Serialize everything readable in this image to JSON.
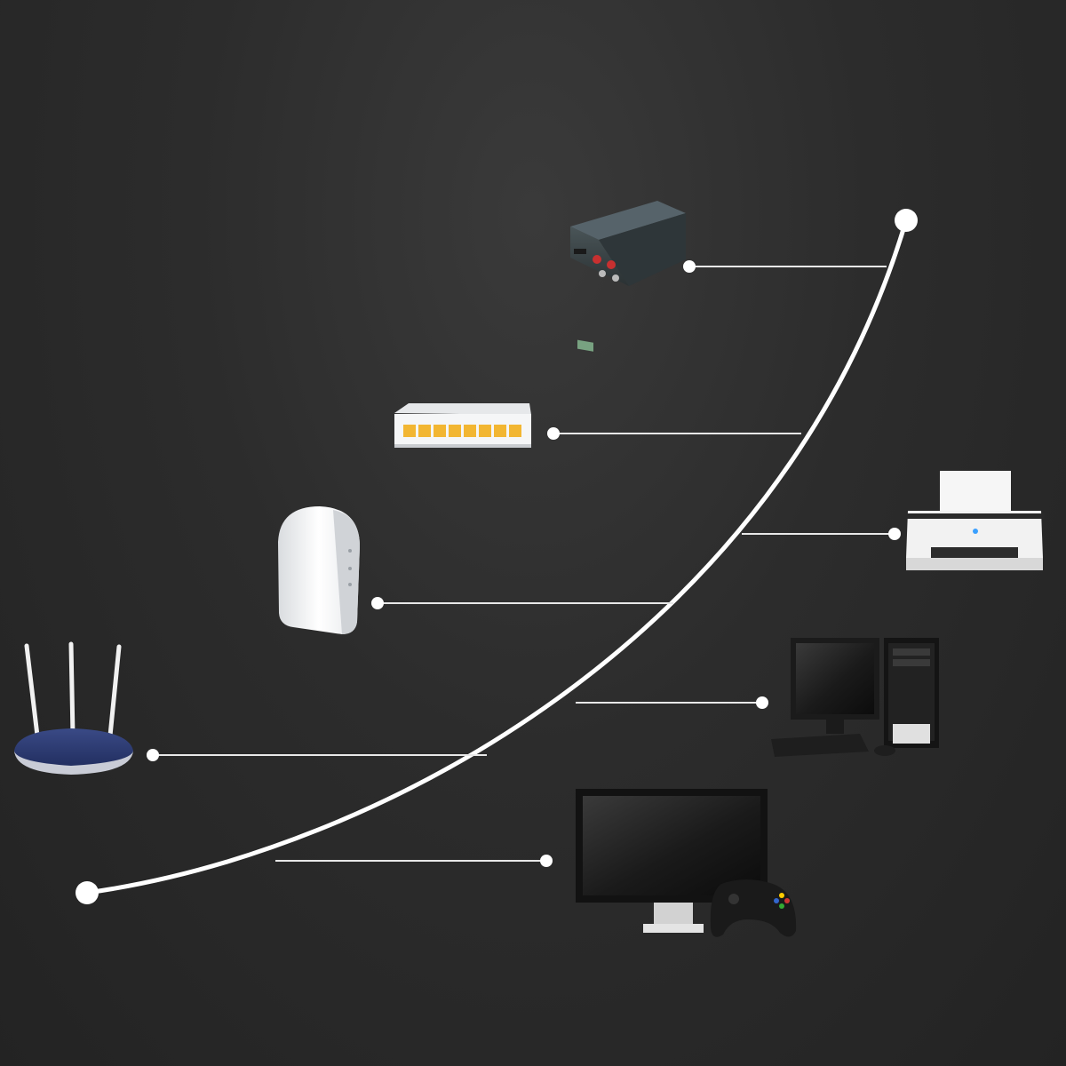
{
  "diagram": {
    "background_color": "#2b2b2b",
    "line_color": "#ffffff",
    "nodes": [
      {
        "name": "amplifier-device",
        "icon": "power-amplifier-icon",
        "side": "left"
      },
      {
        "name": "network-switch-device",
        "icon": "ethernet-switch-icon",
        "side": "left"
      },
      {
        "name": "modem-device",
        "icon": "modem-icon",
        "side": "left"
      },
      {
        "name": "wifi-router-device",
        "icon": "wifi-router-icon",
        "side": "left"
      },
      {
        "name": "printer-device",
        "icon": "printer-icon",
        "side": "right"
      },
      {
        "name": "desktop-computer-device",
        "icon": "desktop-computer-icon",
        "side": "right"
      },
      {
        "name": "tv-gaming-device",
        "icon": "monitor-game-controller-icon",
        "side": "right"
      }
    ]
  }
}
